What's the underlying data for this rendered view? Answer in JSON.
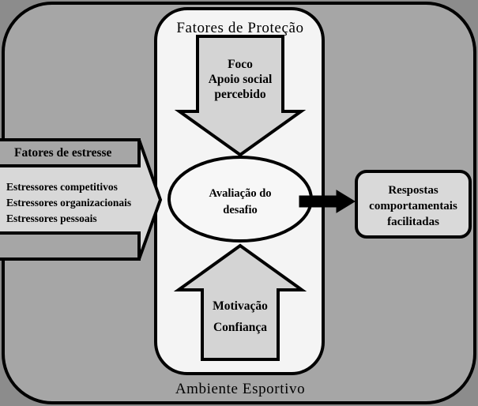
{
  "figure": {
    "type": "flow-diagram",
    "language": "pt-BR",
    "container_label": "Ambiente Esportivo"
  },
  "colors": {
    "page_background": "#8c8c8c",
    "frame_fill": "#a6a6a6",
    "frame_stroke": "#000000",
    "panel_fill": "#f4f4f4",
    "panel_stroke": "#000000",
    "arrow_fill": "#d4d4d4",
    "arrow_stroke": "#000000",
    "ellipse_fill": "#f7f7f7",
    "box_fill": "#d9d9d9",
    "connector": "#000000",
    "text": "#000000"
  },
  "outer_frame": {
    "name": "sport-environment-frame",
    "caption": "Ambiente Esportivo"
  },
  "center_panel": {
    "title": "Fatores de Proteção"
  },
  "stressors_arrow": {
    "heading": "Fatores de estresse",
    "items": [
      "Estressores competitivos",
      "Estressores organizacionais",
      "Estressores pessoais"
    ]
  },
  "top_arrow": {
    "lines": [
      "Foco",
      "Apoio social",
      "percebido"
    ]
  },
  "center_node": {
    "lines": [
      "Avaliação do",
      "desafio"
    ]
  },
  "bottom_arrow": {
    "lines": [
      "Motivação",
      "Confiança"
    ]
  },
  "outcome_box": {
    "lines": [
      "Respostas",
      "comportamentais",
      "facilitadas"
    ]
  },
  "connectors": {
    "stressors_to_appraisal": "block-arrow-right",
    "protection_to_appraisal": "block-arrow-down",
    "motivation_to_appraisal": "block-arrow-up",
    "appraisal_to_outcome": "solid-arrow-right"
  }
}
